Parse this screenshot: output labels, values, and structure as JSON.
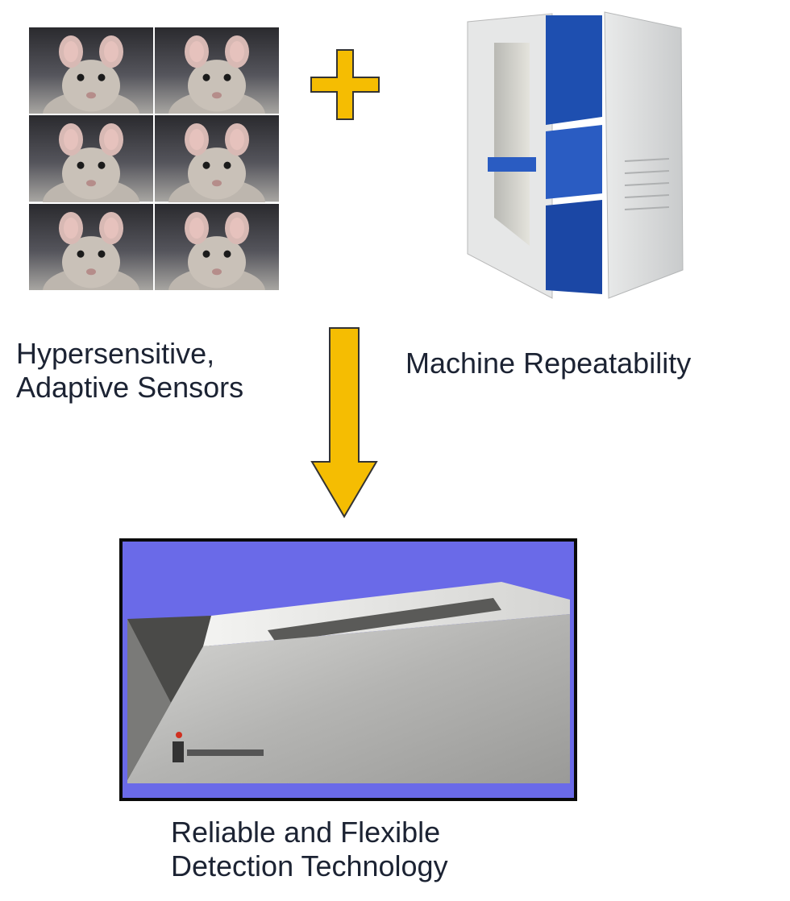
{
  "left_caption": {
    "line1": "Hypersensitive,",
    "line2": "Adaptive Sensors"
  },
  "right_caption": "Machine Repeatability",
  "bottom_caption": {
    "line1": "Reliable and Flexible",
    "line2": "Detection Technology"
  },
  "colors": {
    "arrow_fill": "#f5bd02",
    "arrow_stroke": "#333333",
    "photo_background": "#6a6ae8",
    "machine_blue": "#1e4fb0"
  },
  "icons": {
    "plus": "plus-icon",
    "arrow": "down-arrow-icon"
  }
}
